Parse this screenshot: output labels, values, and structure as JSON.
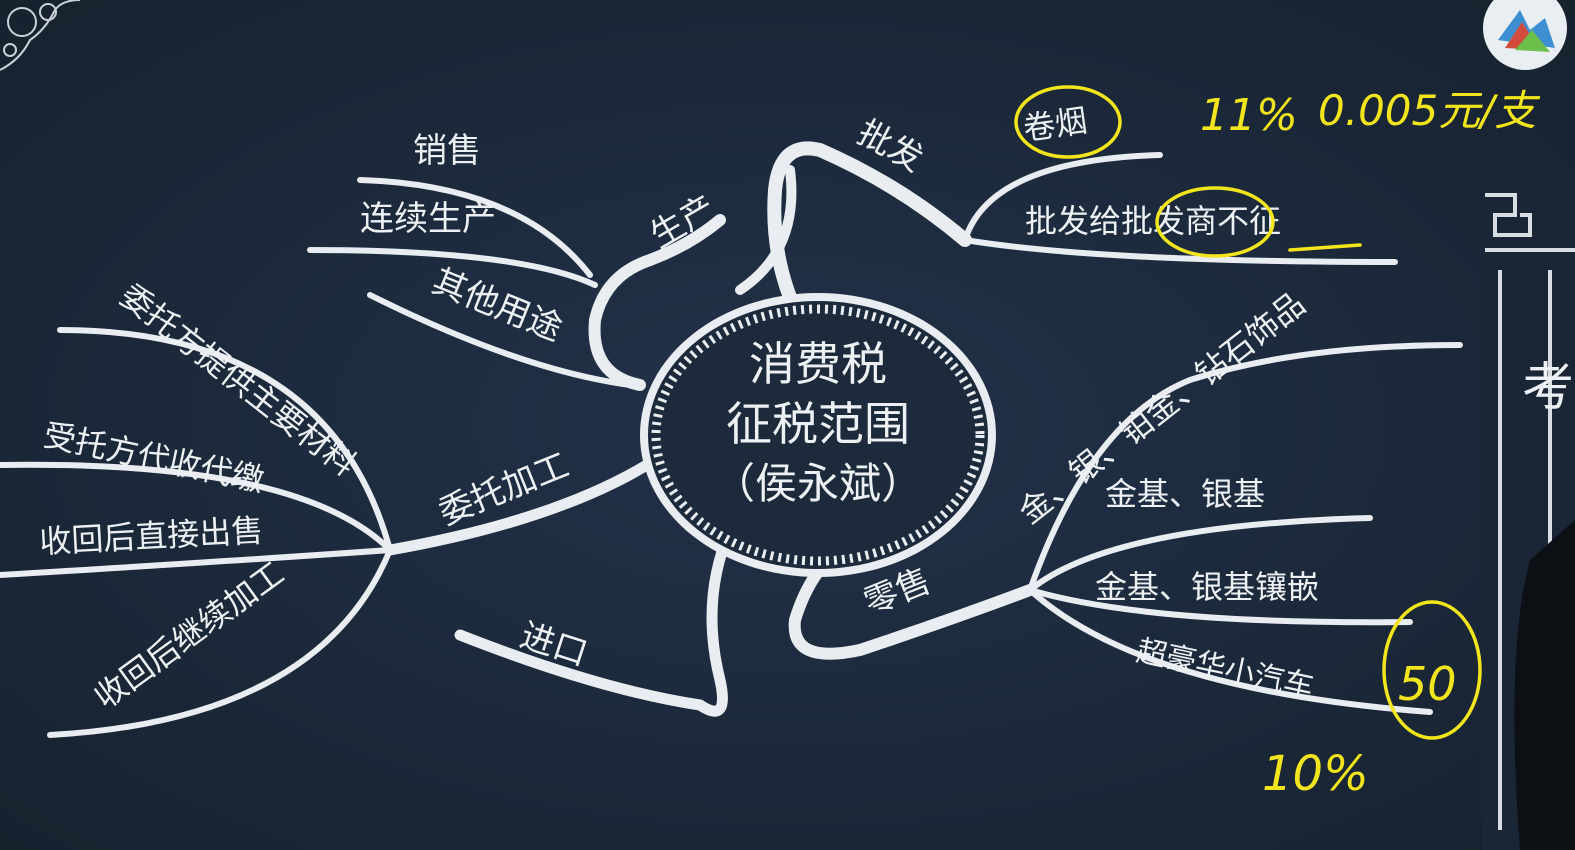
{
  "center": {
    "line1": "消费税",
    "line2": "征税范围",
    "line3": "（侯永斌）"
  },
  "branches": {
    "production": {
      "label": "生产",
      "items": [
        "销售",
        "连续生产",
        "其他用途"
      ]
    },
    "wholesale": {
      "label": "批发",
      "items": [
        "卷烟",
        "批发给批发商不征"
      ]
    },
    "retail": {
      "label": "零售",
      "items": [
        "金、银、铂金、钻石饰品",
        "金基、银基",
        "金基、银基镶嵌",
        "超豪华小汽车"
      ]
    },
    "processing": {
      "label": "委托加工",
      "items": [
        "委托方提供主要材料",
        "受托方代收代缴",
        "收回后直接出售",
        "收回后继续加工"
      ]
    },
    "import": {
      "label": "进口"
    }
  },
  "handwriting": {
    "wholesale_rate": "11%",
    "wholesale_unit": "0.005元/支",
    "retail_rate": "10%",
    "car_rate": "50"
  },
  "side_panel": {
    "text": "考点"
  },
  "colors": {
    "background": "#1c2a3d",
    "branch": "#e6e9ee",
    "annotation": "#f2e51c"
  }
}
